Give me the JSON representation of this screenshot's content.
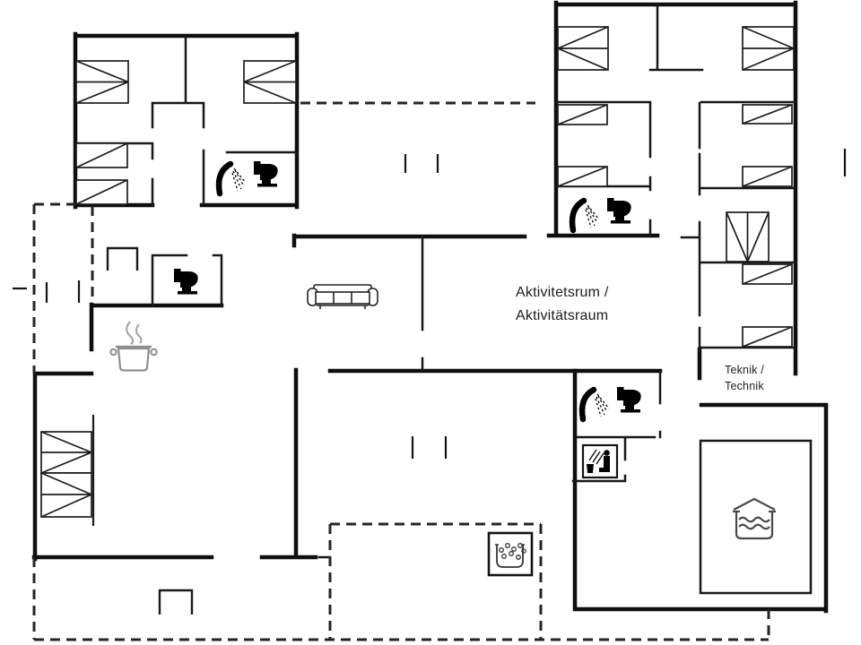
{
  "floorplan": {
    "labels": {
      "activity_room_line1": "Aktivitetsrum /",
      "activity_room_line2": "Aktivitätsraum",
      "technical_room_line1": "Teknik /",
      "technical_room_line2": "Technik"
    },
    "colors": {
      "wall": "#0f0f0f",
      "interior_wall": "#181818",
      "furniture_line": "#222222",
      "muted_gray": "#8f8f8f",
      "background": "#ffffff"
    },
    "icons": [
      {
        "name": "bed-icon",
        "meaning": "bed / sleeping place",
        "count": 14
      },
      {
        "name": "bunk-bed-icon",
        "meaning": "bunk bed (vertical)",
        "count": 1
      },
      {
        "name": "shower-icon",
        "meaning": "shower",
        "count": 3
      },
      {
        "name": "toilet-icon",
        "meaning": "toilet",
        "count": 4
      },
      {
        "name": "sofa-icon",
        "meaning": "sofa / lounge",
        "count": 1
      },
      {
        "name": "cooking-pot-icon",
        "meaning": "kitchen / cooker",
        "count": 1
      },
      {
        "name": "sauna-icon",
        "meaning": "sauna",
        "count": 1
      },
      {
        "name": "whirlpool-icon",
        "meaning": "whirlpool",
        "count": 1
      },
      {
        "name": "indoor-pool-icon",
        "meaning": "swimming pool",
        "count": 1
      },
      {
        "name": "entrance-marker-icon",
        "meaning": "entrance / steps",
        "count": 2
      }
    ]
  }
}
